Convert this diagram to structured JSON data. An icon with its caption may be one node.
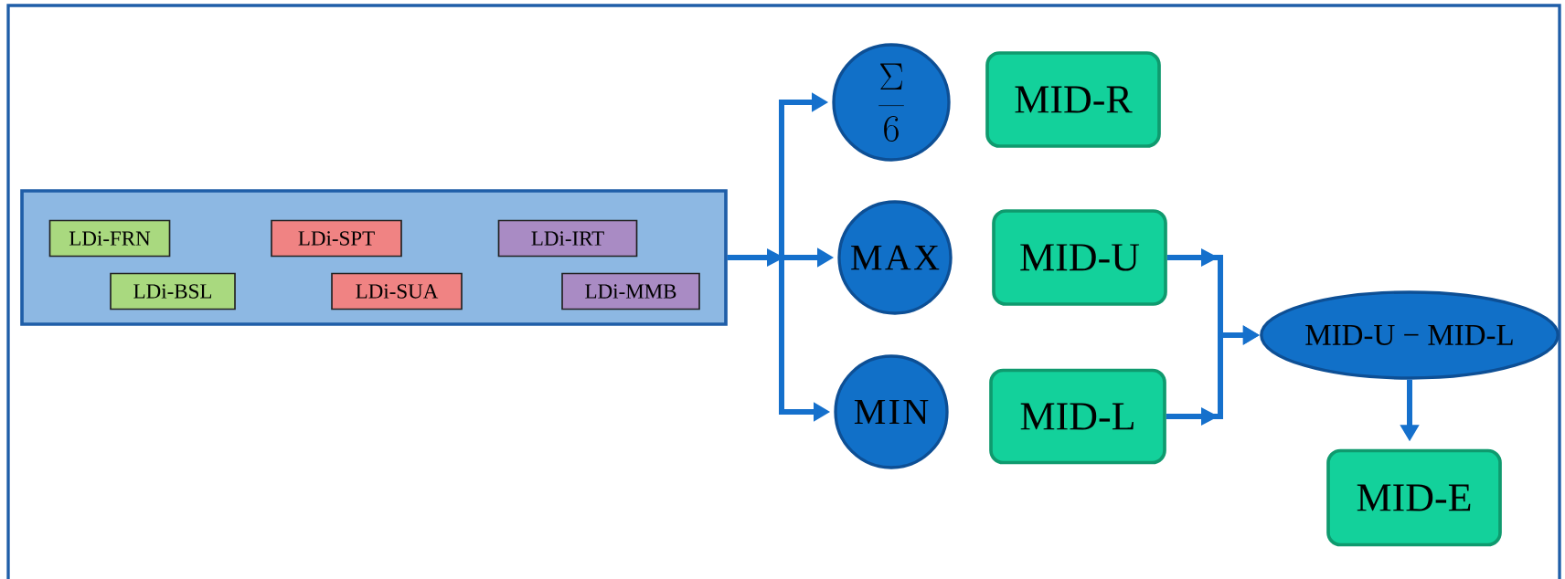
{
  "diagram": {
    "nodes": [
      {
        "text": [],
        "shape": "box"
      },
      {
        "text": [
          "LDi-FRN"
        ],
        "in": 0
      },
      {
        "text": [
          "LDi-SPT"
        ],
        "in": 0
      },
      {
        "text": [
          "LDi-IRT"
        ],
        "in": 0
      },
      {
        "text": [
          "LDi-BSL"
        ],
        "in": 0
      },
      {
        "text": [
          "LDi-SUA"
        ],
        "in": 0
      },
      {
        "text": [
          "LDi-MMB"
        ],
        "in": 0
      },
      {
        "text": [
          "\\frac{\\Sigma}{6}"
        ]
      },
      {
        "text": [
          "MID-R"
        ]
      },
      {
        "text": [
          "MAX"
        ]
      },
      {
        "text": [
          "MID-U"
        ]
      },
      {
        "text": [
          "MIN"
        ]
      },
      {
        "text": [
          "MID-L"
        ]
      },
      {
        "text": [
          "MID-U − MID-L"
        ]
      },
      {
        "text": [
          "MID-E"
        ]
      }
    ],
    "edges": [
      {
        "from": 0,
        "to": 7,
        "arrow": "to"
      },
      {
        "from": 0,
        "to": 9,
        "arrow": "to"
      },
      {
        "from": 0,
        "to": 11,
        "arrow": "to"
      },
      {
        "from": 10,
        "to": 13,
        "arrow": "to"
      },
      {
        "from": 12,
        "to": 13,
        "arrow": "to"
      },
      {
        "from": 13,
        "to": 14,
        "arrow": "to"
      }
    ]
  }
}
